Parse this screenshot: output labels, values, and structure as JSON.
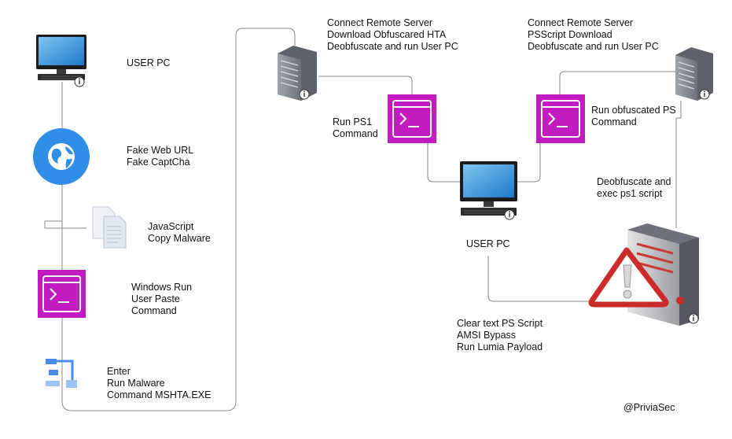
{
  "labels": {
    "user_pc_left": "USER PC",
    "fake_web": "Fake Web URL\nFake CaptCha",
    "javascript": "JavaScript\nCopy Malware",
    "windows_run": "Windows Run\nUser Paste\nCommand",
    "enter": "Enter\nRun Malware\nCommand MSHTA.EXE",
    "server1": "Connect Remote Server\nDownload Obfuscared HTA\nDeobfuscate and run User PC",
    "server2": "Connect Remote Server\nPSScript Download\nDeobfuscate and run User PC",
    "run_ps1": "Run PS1\nCommand",
    "run_obfuscated": "Run obfuscated PS\nCommand",
    "user_pc_center": "USER PC",
    "deobfuscate": "Deobfuscate and\nexec ps1 script",
    "clear_text": "Clear text PS Script\nAMSI Bypass\nRun Lumia Payload"
  },
  "credit": "@PriviaSec",
  "colors": {
    "terminal": "#C21BC2",
    "globe": "#2F8EE6",
    "warning": "#CC2B2B",
    "server": "#7A7F87",
    "line": "#8A8A8A"
  },
  "icons": {
    "monitor": "monitor-icon",
    "globe": "globe-icon",
    "document": "document-icon",
    "terminal": "terminal-icon",
    "flow": "flow-icon",
    "server": "server-icon",
    "warning": "warning-icon",
    "info": "info-icon"
  }
}
